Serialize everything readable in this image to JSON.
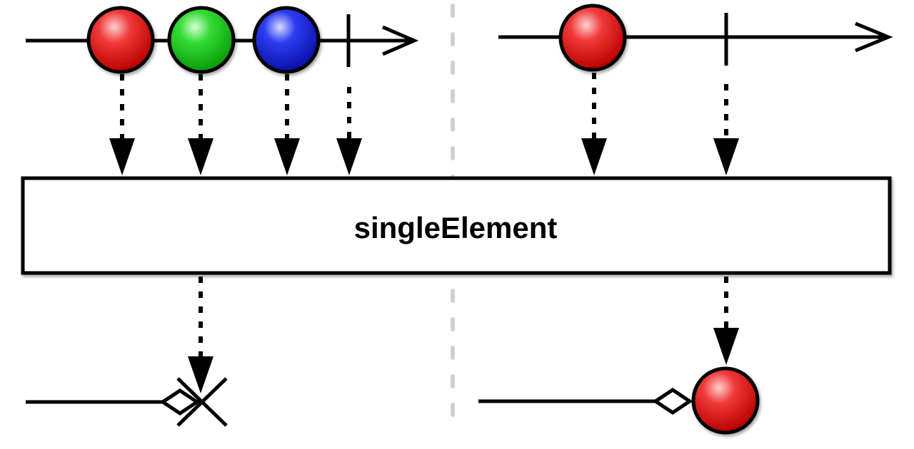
{
  "operator": {
    "label": "singleElement"
  },
  "marble_colors": {
    "red": "#e8141a",
    "green": "#1cc81c",
    "blue": "#1a2ee0",
    "outline": "#000000",
    "separator": "#d0d0d0"
  },
  "left_scenario": {
    "source_events": [
      "red",
      "green",
      "blue",
      "completion"
    ],
    "result": "error"
  },
  "right_scenario": {
    "source_events": [
      "red",
      "completion"
    ],
    "result": "red"
  }
}
